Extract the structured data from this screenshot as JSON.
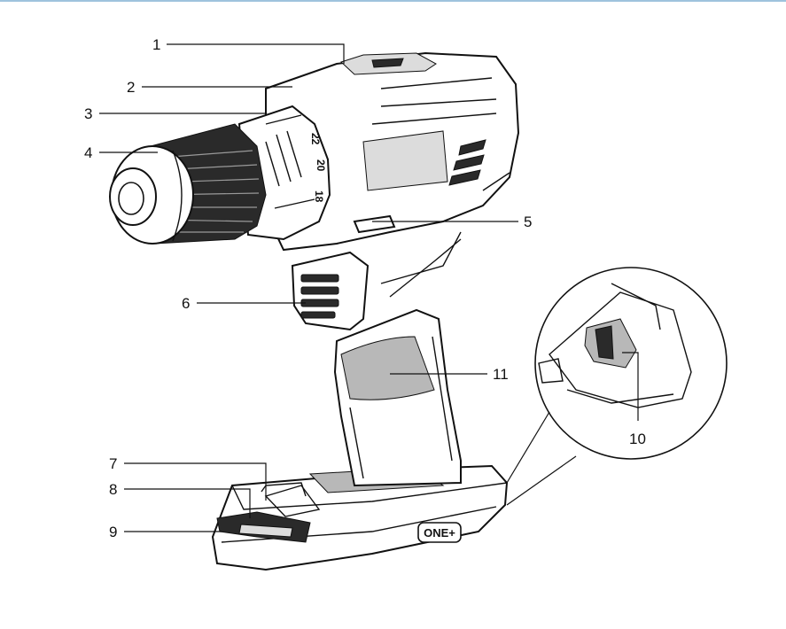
{
  "callouts": {
    "c1": "1",
    "c2": "2",
    "c3": "3",
    "c4": "4",
    "c5": "5",
    "c6": "6",
    "c7": "7",
    "c8": "8",
    "c9": "9",
    "c10": "10",
    "c11": "11"
  },
  "dial_numbers": {
    "d1": "22",
    "d2": "20",
    "d3": "18"
  },
  "brand_badge": "ONE+",
  "colors": {
    "top_rule": "#9fc3dd",
    "ink": "#111111",
    "shade": "#b8b8b8"
  }
}
